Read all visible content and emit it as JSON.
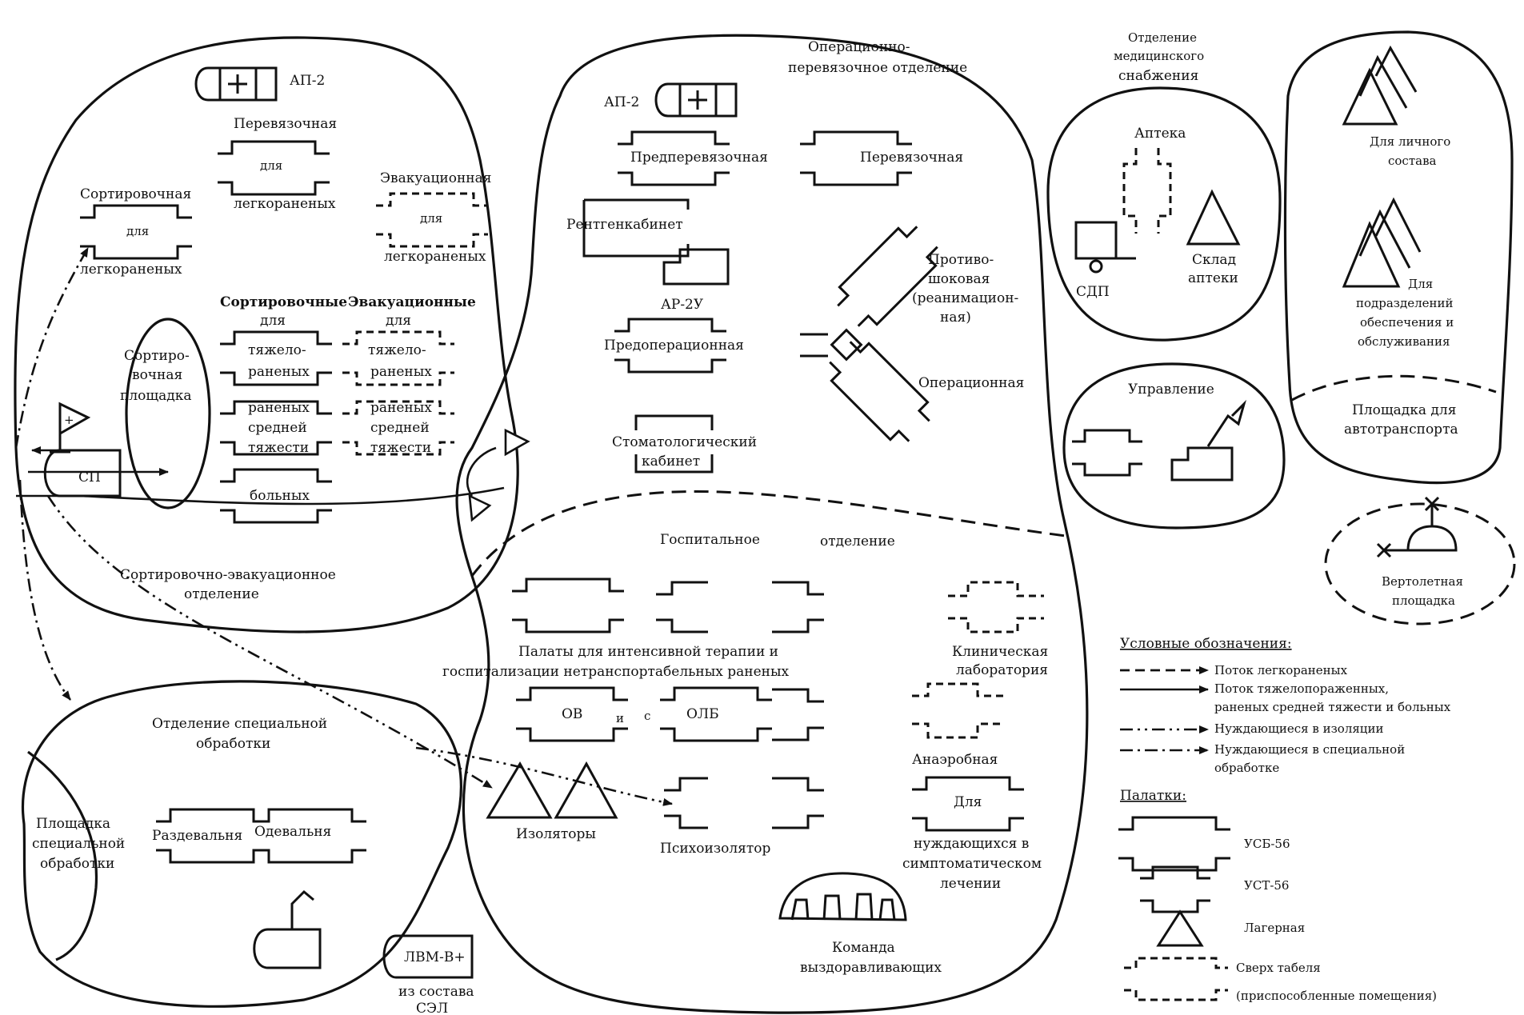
{
  "labels": {
    "ap2_left": "АП-2",
    "perevyaz_leg_t1": "Перевязочная",
    "perevyaz_leg_t2": "для",
    "perevyaz_leg_t3": "легкораненых",
    "sort_leg_t1": "Сортировочная",
    "sort_leg_t2": "для",
    "sort_leg_t3": "легкораненых",
    "evak_leg_t1": "Эвакуационная",
    "evak_leg_t2": "для",
    "evak_leg_t3": "легкораненых",
    "sort_pl_1": "Сортиро-",
    "sort_pl_2": "вочная",
    "sort_pl_3": "площадка",
    "sortirovochnye": "Сортировочные",
    "evakuacionnye": "Эвакуационные",
    "dlya_a": "для",
    "dlya_b": "для",
    "tyazhelo_a": "тяжело-",
    "ranenyh_a": "раненых",
    "tyazhelo_b": "тяжело-",
    "ranenyh_b": "раненых",
    "ranenyh_c": "раненых",
    "srednei_c": "средней",
    "tyazhesti_c": "тяжести",
    "ranenyh_d": "раненых",
    "srednei_d": "средней",
    "tyazhesti_d": "тяжести",
    "bolnyh": "больных",
    "sp": "СП",
    "plus": "+",
    "sort_evak_1": "Сортировочно-эвакуационное",
    "sort_evak_2": "отделение",
    "oper_pere_1": "Операционно-",
    "oper_pere_2": "перевязочное отделение",
    "ap2_right": "АП-2",
    "predperevyaz": "Предперевязочная",
    "perevyaz_r": "Перевязочная",
    "rentgen": "Рентгенкабинет",
    "ar2u": "АР-2У",
    "protivo_1": "Противо-",
    "protivo_2": "шоковая",
    "protivo_3": "(реанимацион-",
    "protivo_4": "ная)",
    "predoper": "Предоперационная",
    "operac": "Операционная",
    "stomat_1": "Стоматологический",
    "stomat_2": "кабинет",
    "otd_med_1": "Отделение",
    "otd_med_2": "медицинского",
    "otd_med_3": "снабжения",
    "apteka": "Аптека",
    "sdp": "СДП",
    "sklad_1": "Склад",
    "sklad_2": "аптеки",
    "upravlenie": "Управление",
    "lich_1": "Для личного",
    "lich_2": "состава",
    "podr_1": "Для",
    "podr_2": "подразделений",
    "podr_3": "обеспечения и",
    "podr_4": "обслуживания",
    "avto_1": "Площадка для",
    "avto_2": "автотранспорта",
    "vert_1": "Вертолетная",
    "vert_2": "площадка",
    "gosp_1": "Госпитальное",
    "gosp_2": "отделение",
    "palaty_1": "Палаты для интенсивной терапии  и",
    "palaty_2": "госпитализации нетранспортабельных раненых",
    "ov": "ОВ",
    "i": "и",
    "s": "с",
    "olb": "ОЛБ",
    "klin_1": "Клиническая",
    "klin_2": "лаборатория",
    "anaer": "Анаэробная",
    "dlya_n": "Для",
    "nuzh_1": "нуждающихся в",
    "nuzh_2": "симптоматическом",
    "nuzh_3": "лечении",
    "izolyatory": "Изоляторы",
    "psiho": "Психоизолятор",
    "komanda_1": "Команда",
    "komanda_2": "выздоравливающих",
    "spec_1": "Отделение специальной",
    "spec_2": "обработки",
    "pl_spec_1": "Площадка",
    "pl_spec_2": "специальной",
    "pl_spec_3": "обработки",
    "razdev": "Раздевальня",
    "odev": "Одевальня",
    "lvm": "ЛВМ-В+",
    "iz_sostava_1": "из состава",
    "iz_sostava_2": "СЭЛ"
  },
  "legend": {
    "title": "Условные обозначения:",
    "items": [
      "Поток легкораненых",
      "Поток тяжелопораженных,",
      "раненых средней тяжести и больных",
      "Нуждающиеся в изоляции",
      "Нуждающиеся в специальной",
      "обработке"
    ],
    "tents_title": "Палатки:",
    "tents": [
      "УСБ-56",
      "УСТ-56",
      "Лагерная",
      "Сверх табеля",
      "(приспособленные помещения)"
    ]
  }
}
